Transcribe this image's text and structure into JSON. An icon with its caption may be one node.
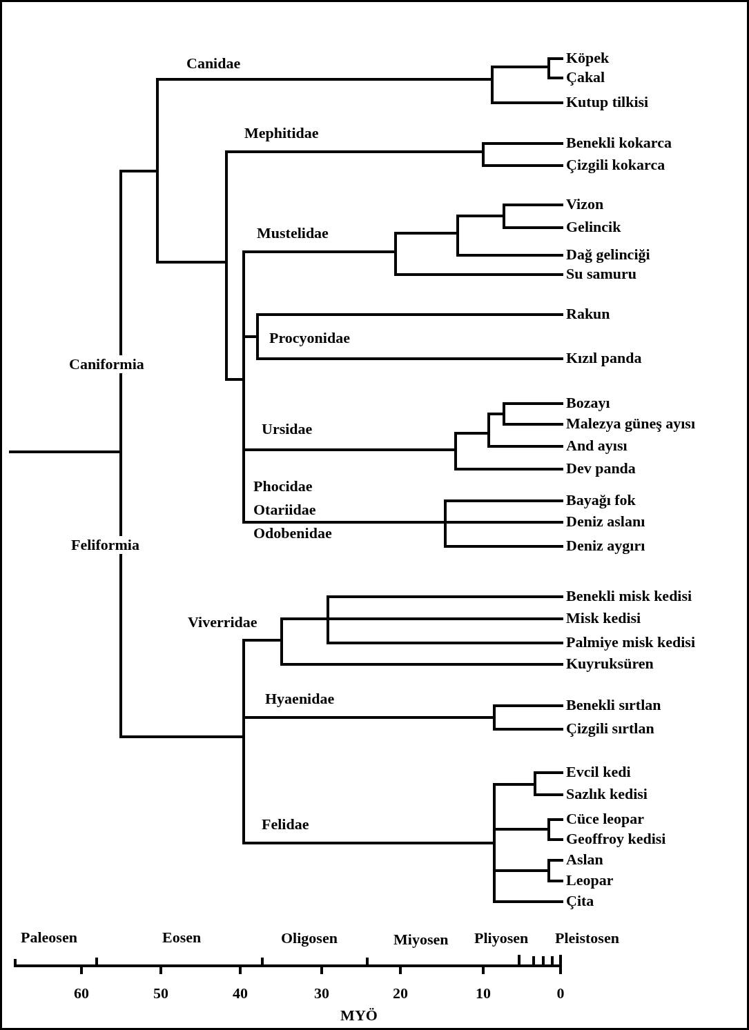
{
  "diagram": {
    "nodes": [
      {
        "text": [
          "Köpek"
        ]
      },
      {
        "text": [
          "Çakal"
        ]
      },
      {
        "text": [
          "Kutup tilkisi"
        ]
      },
      {
        "text": [
          "Benekli kokarca"
        ]
      },
      {
        "text": [
          "Çizgili kokarca"
        ]
      },
      {
        "text": [
          "Vizon"
        ]
      },
      {
        "text": [
          "Gelincik"
        ]
      },
      {
        "text": [
          "Dağ gelinciği"
        ]
      },
      {
        "text": [
          "Su samuru"
        ]
      },
      {
        "text": [
          "Rakun"
        ]
      },
      {
        "text": [
          "Kızıl panda"
        ]
      },
      {
        "text": [
          "Bozayı"
        ]
      },
      {
        "text": [
          "Malezya güneş ayısı"
        ]
      },
      {
        "text": [
          "And ayısı"
        ]
      },
      {
        "text": [
          "Dev panda"
        ]
      },
      {
        "text": [
          "Bayağı fok"
        ]
      },
      {
        "text": [
          "Deniz aslanı"
        ]
      },
      {
        "text": [
          "Deniz aygırı"
        ]
      },
      {
        "text": [
          "Benekli misk kedisi"
        ]
      },
      {
        "text": [
          "Misk kedisi"
        ]
      },
      {
        "text": [
          "Palmiye misk kedisi"
        ]
      },
      {
        "text": [
          "Kuyruksüren"
        ]
      },
      {
        "text": [
          "Benekli sırtlan"
        ]
      },
      {
        "text": [
          "Çizgili sırtlan"
        ]
      },
      {
        "text": [
          "Evcil kedi"
        ]
      },
      {
        "text": [
          "Sazlık kedisi"
        ]
      },
      {
        "text": [
          "Cüce leopar"
        ]
      },
      {
        "text": [
          "Geoffroy kedisi"
        ]
      },
      {
        "text": [
          "Aslan"
        ]
      },
      {
        "text": [
          "Leopar"
        ]
      },
      {
        "text": [
          "Çita"
        ]
      }
    ],
    "edges": [
      {
        "from": null,
        "to": 0,
        "arrow": "none"
      },
      {
        "from": null,
        "to": 1,
        "arrow": "none"
      },
      {
        "from": null,
        "to": 2,
        "arrow": "none"
      },
      {
        "from": null,
        "to": 3,
        "arrow": "none"
      },
      {
        "from": null,
        "to": 4,
        "arrow": "none"
      },
      {
        "from": null,
        "to": 5,
        "arrow": "none"
      },
      {
        "from": null,
        "to": 6,
        "arrow": "none"
      },
      {
        "from": null,
        "to": 7,
        "arrow": "none"
      },
      {
        "from": null,
        "to": 8,
        "arrow": "none"
      },
      {
        "from": null,
        "to": 9,
        "arrow": "none"
      },
      {
        "from": null,
        "to": 10,
        "arrow": "none"
      },
      {
        "from": null,
        "to": 11,
        "arrow": "none"
      },
      {
        "from": null,
        "to": 12,
        "arrow": "none"
      },
      {
        "from": null,
        "to": 13,
        "arrow": "none"
      },
      {
        "from": null,
        "to": 14,
        "arrow": "none"
      },
      {
        "from": null,
        "to": 15,
        "arrow": "none"
      },
      {
        "from": null,
        "to": 16,
        "arrow": "none"
      },
      {
        "from": null,
        "to": 17,
        "arrow": "none"
      },
      {
        "from": null,
        "to": 18,
        "arrow": "none"
      },
      {
        "from": null,
        "to": 19,
        "arrow": "none"
      },
      {
        "from": null,
        "to": 20,
        "arrow": "none"
      },
      {
        "from": null,
        "to": 21,
        "arrow": "none"
      },
      {
        "from": null,
        "to": 22,
        "arrow": "none"
      },
      {
        "from": null,
        "to": 23,
        "arrow": "none"
      },
      {
        "from": null,
        "to": 24,
        "arrow": "none"
      },
      {
        "from": null,
        "to": 25,
        "arrow": "none"
      },
      {
        "from": null,
        "to": 26,
        "arrow": "none"
      },
      {
        "from": null,
        "to": 27,
        "arrow": "none"
      },
      {
        "from": null,
        "to": 28,
        "arrow": "none"
      },
      {
        "from": null,
        "to": 29,
        "arrow": "none"
      },
      {
        "from": null,
        "to": 30,
        "arrow": "none"
      }
    ],
    "labels": [
      "Canidae",
      "Mephitidae",
      "Mustelidae",
      "Caniformia",
      "Procyonidae",
      "Ursidae",
      "Phocidae",
      "Otariidae",
      "Odobenidae",
      "Feliformia",
      "Viverridae",
      "Hyaenidae",
      "Felidae",
      "Paleosen",
      "Eosen",
      "Oligosen",
      "Miyosen",
      "Pliyosen",
      "Pleistosen",
      "60",
      "50",
      "40",
      "30",
      "20",
      "10",
      "0",
      "MYÖ"
    ]
  }
}
